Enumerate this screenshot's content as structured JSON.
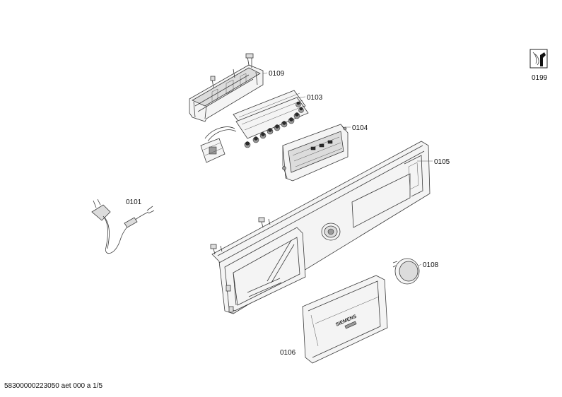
{
  "diagram": {
    "parts": [
      {
        "id": "p0109",
        "label": "0109"
      },
      {
        "id": "p0103",
        "label": "0103"
      },
      {
        "id": "p0104",
        "label": "0104"
      },
      {
        "id": "p0105",
        "label": "0105"
      },
      {
        "id": "p0101",
        "label": "0101"
      },
      {
        "id": "p0108",
        "label": "0108"
      },
      {
        "id": "p0106",
        "label": "0106"
      },
      {
        "id": "p0199",
        "label": "0199"
      }
    ],
    "brand_text": "SIEMENS",
    "footer": "58300000223050 aet 000 a 1/5"
  }
}
